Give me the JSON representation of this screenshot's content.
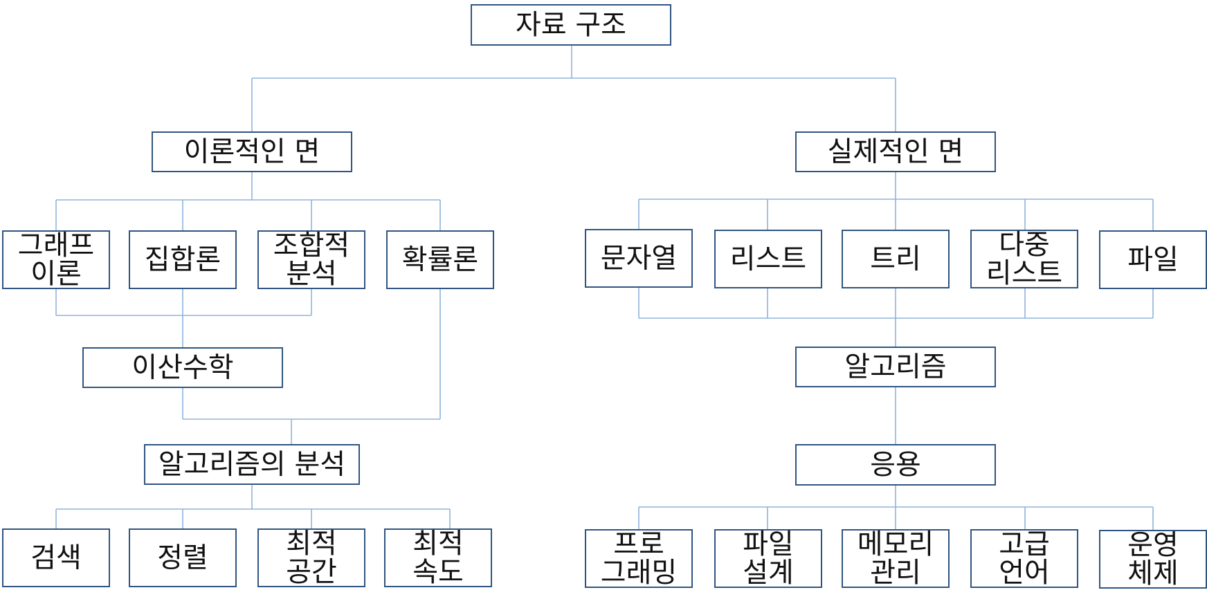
{
  "nodes": {
    "root": [
      "자료 구조"
    ],
    "theory": [
      "이론적인 면"
    ],
    "practice": [
      "실제적인 면"
    ],
    "graph": [
      "그래프",
      "이론"
    ],
    "set": [
      "집합론"
    ],
    "comb": [
      "조합적",
      "분석"
    ],
    "prob": [
      "확률론"
    ],
    "string": [
      "문자열"
    ],
    "list": [
      "리스트"
    ],
    "tree": [
      "트리"
    ],
    "multi": [
      "다중",
      "리스트"
    ],
    "file": [
      "파일"
    ],
    "discrete": [
      "이산수학"
    ],
    "algo": [
      "알고리즘"
    ],
    "analysis": [
      "알고리즘의 분석"
    ],
    "app": [
      "응용"
    ],
    "search": [
      "검색"
    ],
    "sort": [
      "정렬"
    ],
    "space": [
      "최적",
      "공간"
    ],
    "speed": [
      "최적",
      "속도"
    ],
    "prog": [
      "프로",
      "그래밍"
    ],
    "filedesign": [
      "파일",
      "설계"
    ],
    "memory": [
      "메모리",
      "관리"
    ],
    "hll": [
      "고급",
      "언어"
    ],
    "os": [
      "운영",
      "체제"
    ]
  }
}
